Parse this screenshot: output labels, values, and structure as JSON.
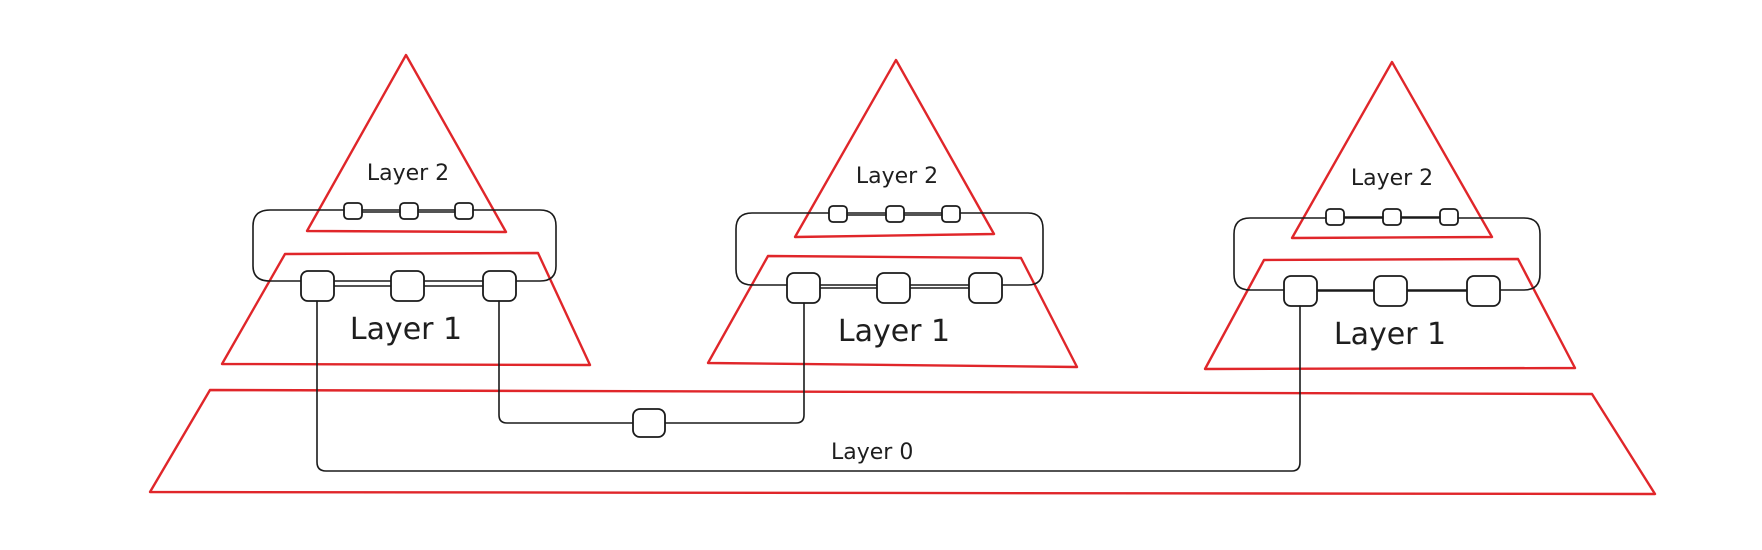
{
  "diagram": {
    "colors": {
      "layer_outline": "#e0262a",
      "connection": "#1a1a1a",
      "node_fill": "#ffffff",
      "text": "#1e1e1e"
    },
    "layer0": {
      "label": "Layer 0"
    },
    "clusters": [
      {
        "layer2_label": "Layer 2",
        "layer1_label": "Layer 1",
        "layer2_nodes": 3,
        "layer1_nodes": 3
      },
      {
        "layer2_label": "Layer 2",
        "layer1_label": "Layer 1",
        "layer2_nodes": 3,
        "layer1_nodes": 3
      },
      {
        "layer2_label": "Layer 2",
        "layer1_label": "Layer 1",
        "layer2_nodes": 3,
        "layer1_nodes": 3
      }
    ],
    "layer0_nodes": 1
  }
}
